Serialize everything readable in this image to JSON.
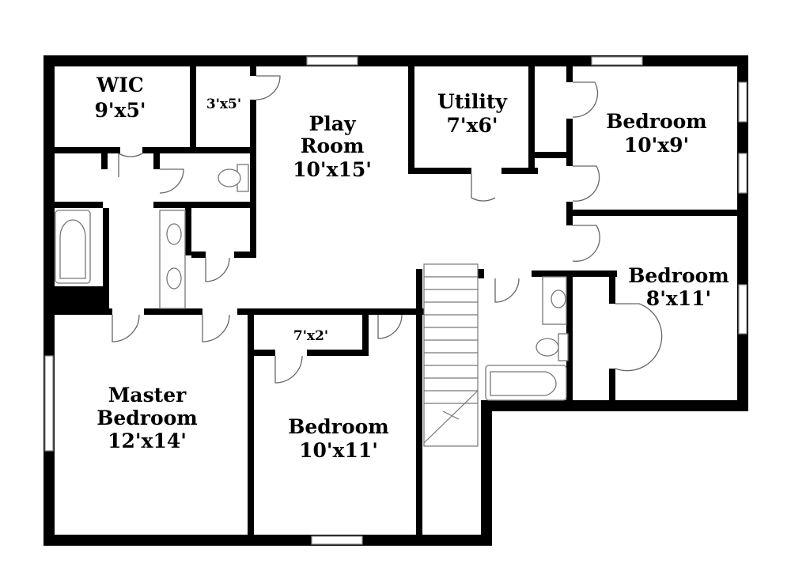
{
  "floorplan": {
    "rooms": {
      "wic": {
        "name": "WIC",
        "size": "9'x5'"
      },
      "closet_small": {
        "size": "3'x5'"
      },
      "play_room": {
        "name_line1": "Play",
        "name_line2": "Room",
        "size": "10'x15'"
      },
      "utility": {
        "name": "Utility",
        "size": "7'x6'"
      },
      "bedroom_ne": {
        "name": "Bedroom",
        "size": "10'x9'"
      },
      "bedroom_e": {
        "name": "Bedroom",
        "size": "8'x11'"
      },
      "closet_mid": {
        "size": "7'x2'"
      },
      "master": {
        "name_line1": "Master",
        "name_line2": "Bedroom",
        "size": "12'x14'"
      },
      "bedroom_s": {
        "name": "Bedroom",
        "size": "10'x11'"
      }
    }
  }
}
